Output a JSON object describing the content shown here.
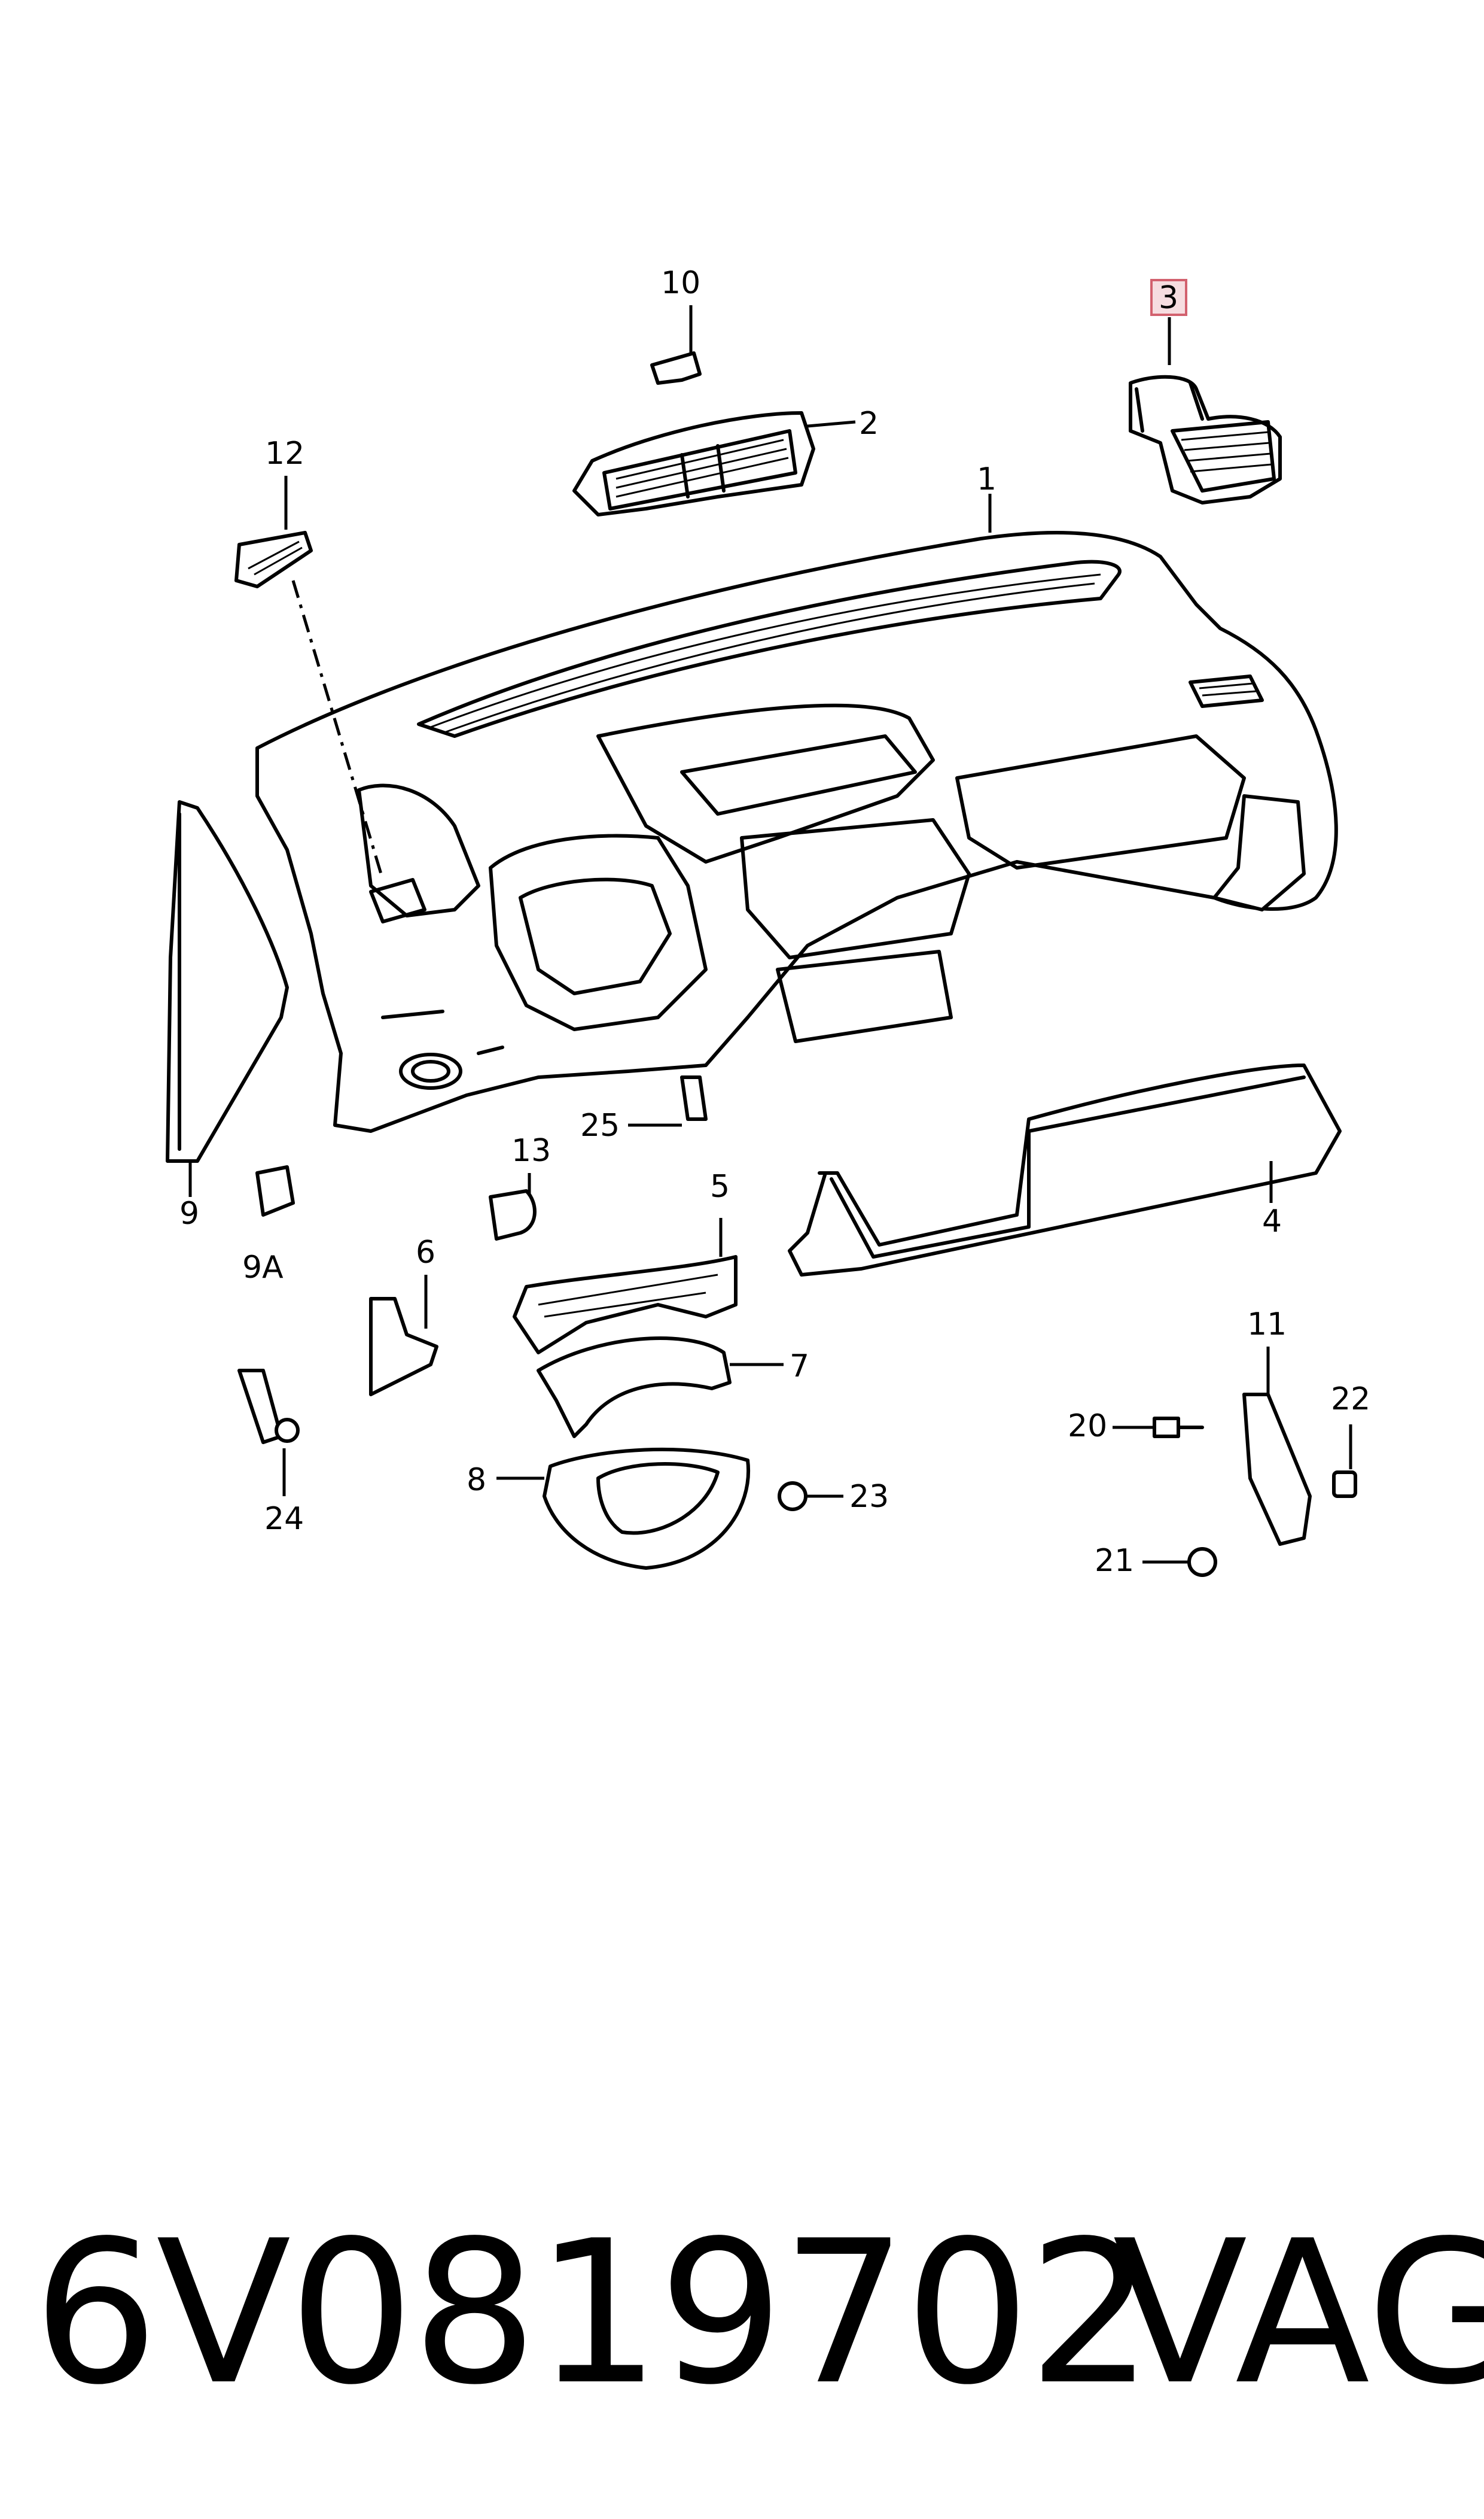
{
  "callouts": [
    {
      "id": "1",
      "label": "1"
    },
    {
      "id": "2",
      "label": "2"
    },
    {
      "id": "3",
      "label": "3",
      "highlighted": true
    },
    {
      "id": "4",
      "label": "4"
    },
    {
      "id": "5",
      "label": "5"
    },
    {
      "id": "6",
      "label": "6"
    },
    {
      "id": "7",
      "label": "7"
    },
    {
      "id": "8",
      "label": "8"
    },
    {
      "id": "9",
      "label": "9"
    },
    {
      "id": "9A",
      "label": "9A"
    },
    {
      "id": "10",
      "label": "10"
    },
    {
      "id": "11",
      "label": "11"
    },
    {
      "id": "12",
      "label": "12"
    },
    {
      "id": "13",
      "label": "13"
    },
    {
      "id": "20",
      "label": "20"
    },
    {
      "id": "21",
      "label": "21"
    },
    {
      "id": "22",
      "label": "22"
    },
    {
      "id": "23",
      "label": "23"
    },
    {
      "id": "24",
      "label": "24"
    },
    {
      "id": "25",
      "label": "25"
    }
  ],
  "footer": {
    "part_number": "6V0819702",
    "brand": "VAG"
  },
  "colors": {
    "line": "#000000",
    "highlight_fill": "#f6dde0",
    "highlight_stroke": "#d2616e",
    "background": "#ffffff"
  }
}
